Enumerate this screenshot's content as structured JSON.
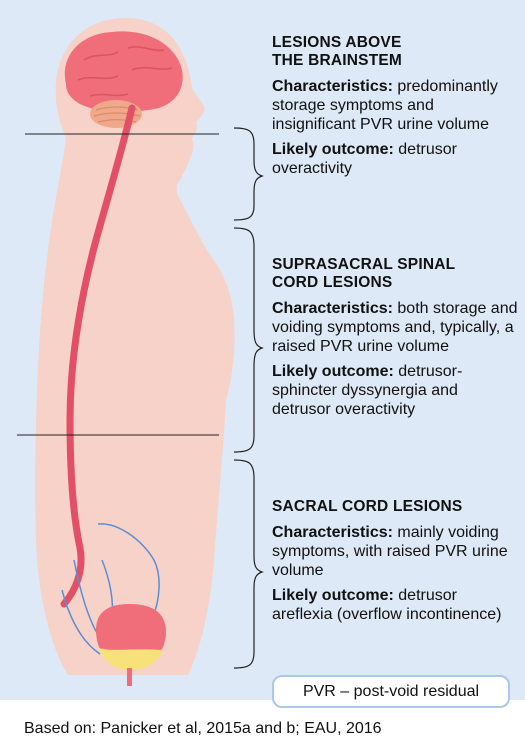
{
  "sections": [
    {
      "title_line1": "LESIONS ABOVE",
      "title_line2": "THE BRAINSTEM",
      "char_label": "Characteristics:",
      "char_text": "predominantly storage symptoms and insignificant PVR urine volume",
      "outcome_label": "Likely outcome:",
      "outcome_text": "detrusor overactivity"
    },
    {
      "title_line1": "SUPRASACRAL SPINAL",
      "title_line2": "CORD LESIONS",
      "char_label": "Characteristics:",
      "char_text": "both storage and voiding symptoms and, typically, a raised PVR urine volume",
      "outcome_label": "Likely outcome:",
      "outcome_text": "detrusor-sphincter dyssynergia and detrusor overactivity"
    },
    {
      "title_line1": "SACRAL CORD LESIONS",
      "char_label": "Characteristics:",
      "char_text": "mainly voiding symptoms, with raised PVR urine volume",
      "outcome_label": "Likely outcome:",
      "outcome_text": "detrusor areflexia (overflow incontinence)"
    }
  ],
  "legend": "PVR – post-void residual",
  "source": "Based on: Panicker et al, 2015a and b; EAU, 2016",
  "colors": {
    "panel": "#dde9f6",
    "body": "#f6d2c8",
    "brain": "#ef6e79",
    "spinal_cord": "#e34f66",
    "nerve": "#5b8ed6",
    "bladder": "#ef6e79",
    "urine": "#f7e27a"
  }
}
